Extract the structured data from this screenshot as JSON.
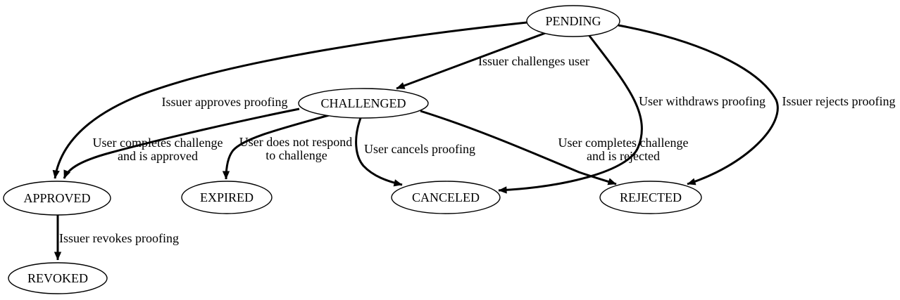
{
  "diagram": {
    "kind": "state-machine",
    "colors": {
      "background": "#ffffff",
      "node_fill": "#ffffff",
      "stroke": "#000000",
      "text": "#000000"
    },
    "nodes": [
      {
        "id": "pending",
        "label": "PENDING"
      },
      {
        "id": "challenged",
        "label": "CHALLENGED"
      },
      {
        "id": "approved",
        "label": "APPROVED"
      },
      {
        "id": "expired",
        "label": "EXPIRED"
      },
      {
        "id": "canceled",
        "label": "CANCELED"
      },
      {
        "id": "rejected",
        "label": "REJECTED"
      },
      {
        "id": "revoked",
        "label": "REVOKED"
      }
    ],
    "edges": [
      {
        "from": "PENDING",
        "to": "CHALLENGED",
        "label": "Issuer challenges user",
        "lines": [
          "Issuer challenges user"
        ]
      },
      {
        "from": "PENDING",
        "to": "APPROVED",
        "label": "Issuer approves proofing",
        "lines": [
          "Issuer approves proofing"
        ]
      },
      {
        "from": "PENDING",
        "to": "CANCELED",
        "label": "User withdraws proofing",
        "lines": [
          "User withdraws proofing"
        ]
      },
      {
        "from": "PENDING",
        "to": "REJECTED",
        "label": "Issuer rejects proofing",
        "lines": [
          "Issuer rejects proofing"
        ]
      },
      {
        "from": "CHALLENGED",
        "to": "APPROVED",
        "label": "User completes challenge and is approved",
        "lines": [
          "User completes challenge",
          "and is approved"
        ]
      },
      {
        "from": "CHALLENGED",
        "to": "EXPIRED",
        "label": "User does not respond to challenge",
        "lines": [
          "User does not respond",
          "to challenge"
        ]
      },
      {
        "from": "CHALLENGED",
        "to": "CANCELED",
        "label": "User cancels proofing",
        "lines": [
          "User cancels proofing"
        ]
      },
      {
        "from": "CHALLENGED",
        "to": "REJECTED",
        "label": "User completes challenge and is rejected",
        "lines": [
          "User completes challenge",
          "and is rejected"
        ]
      },
      {
        "from": "APPROVED",
        "to": "REVOKED",
        "label": "Issuer revokes proofing",
        "lines": [
          "Issuer revokes proofing"
        ]
      }
    ]
  }
}
